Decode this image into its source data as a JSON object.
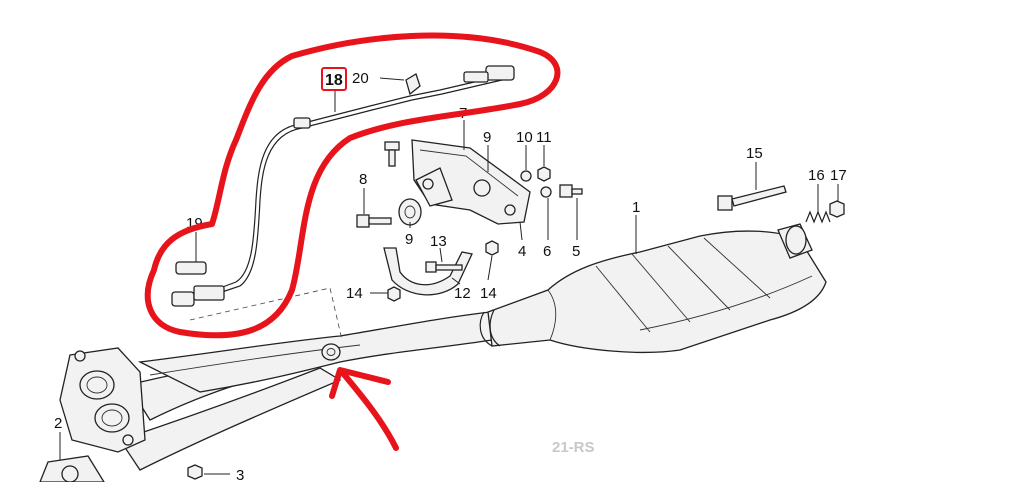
{
  "callouts": {
    "c1": "1",
    "c2": "2",
    "c3": "3",
    "c4": "4",
    "c5": "5",
    "c6": "6",
    "c7": "7",
    "c8": "8",
    "c9a": "9",
    "c9b": "9",
    "c10": "10",
    "c11": "11",
    "c12": "12",
    "c13": "13",
    "c14a": "14",
    "c14b": "14",
    "c15": "15",
    "c16": "16",
    "c17": "17",
    "c19": "19",
    "c18": "18",
    "c20": "20"
  },
  "reference_code": "21-RS",
  "colors": {
    "annotation": "#e8141b",
    "line": "#222222",
    "reference": "#c8c8c8"
  }
}
